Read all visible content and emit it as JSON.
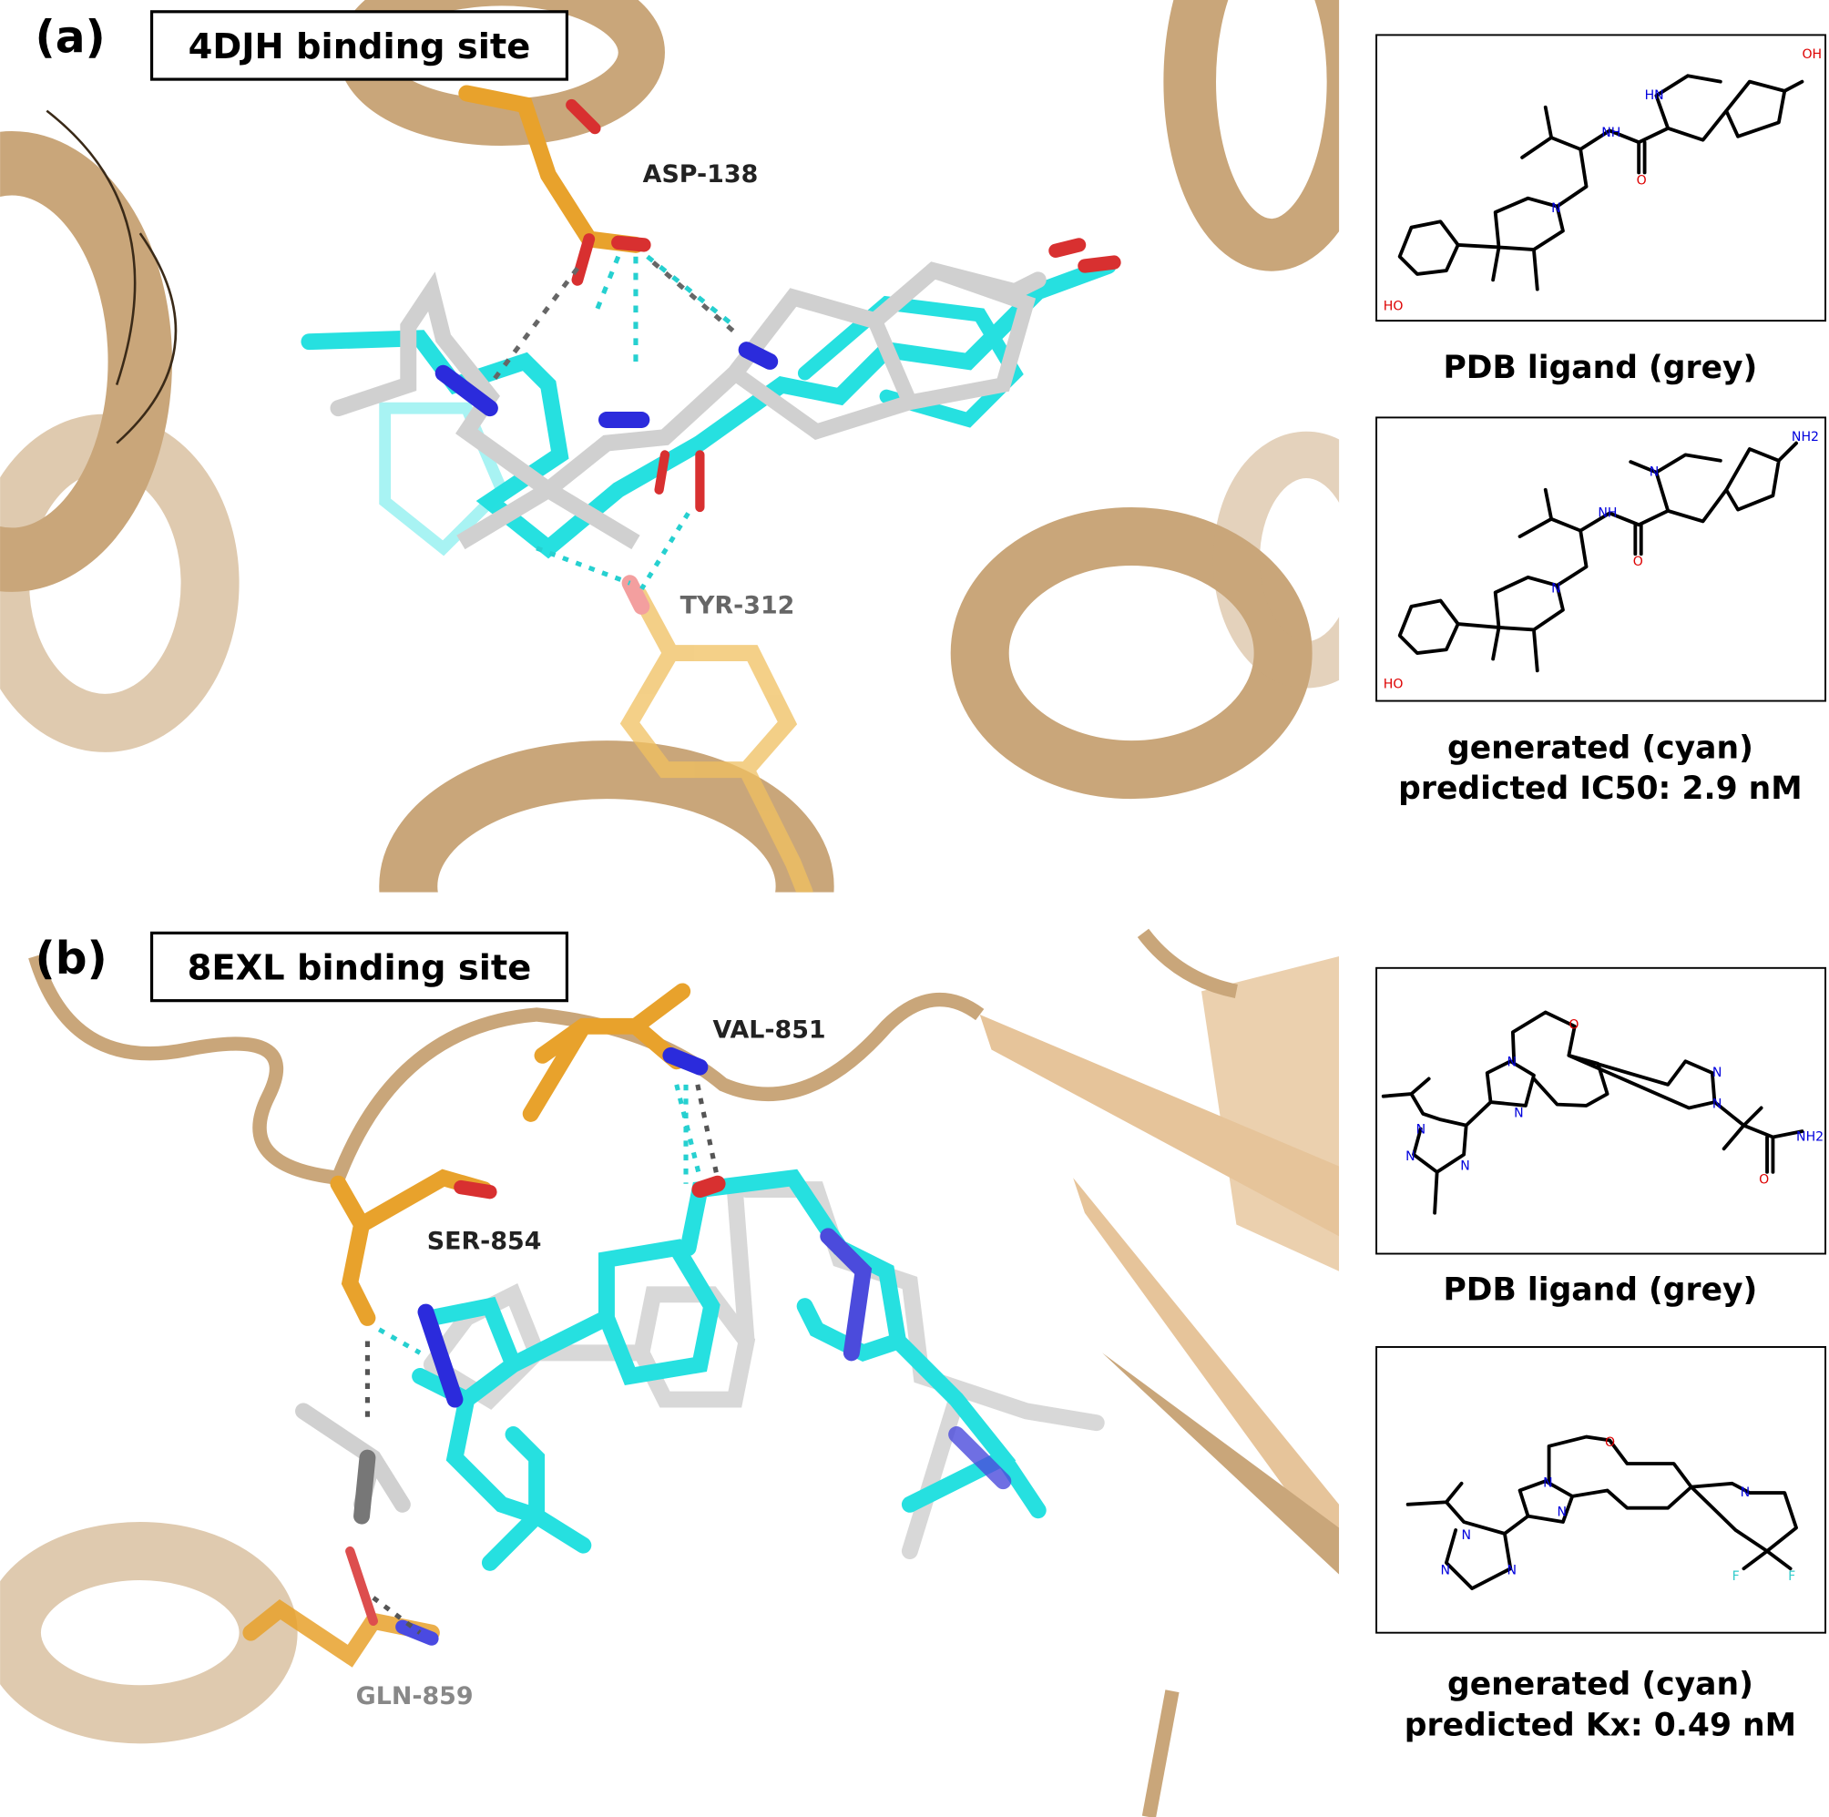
{
  "panel_a": {
    "tag": "(a)",
    "title": "4DJH binding site",
    "residues": [
      "ASP-138",
      "TYR-312"
    ],
    "pdb_caption": "PDB ligand (grey)",
    "gen_caption_1": "generated (cyan)",
    "gen_caption_2": "predicted IC50: 2.9 nM",
    "pdb_atoms": [
      "HO",
      "N",
      "NH",
      "O",
      "HN",
      "OH"
    ],
    "gen_atoms": [
      "HO",
      "N",
      "NH",
      "O",
      "N",
      "NH2"
    ]
  },
  "panel_b": {
    "tag": "(b)",
    "title": "8EXL binding site",
    "residues": [
      "VAL-851",
      "SER-854",
      "GLN-859"
    ],
    "pdb_caption": "PDB ligand (grey)",
    "gen_caption_1": "generated (cyan)",
    "gen_caption_2": "predicted Kx: 0.49 nM",
    "pdb_atoms": [
      "N",
      "N",
      "N",
      "N",
      "N",
      "O",
      "N",
      "N",
      "NH2",
      "O"
    ],
    "gen_atoms": [
      "N",
      "N",
      "N",
      "N",
      "N",
      "O",
      "N",
      "F",
      "F"
    ]
  },
  "colors": {
    "protein": "#c9a67a",
    "residue": "#e8a22c",
    "ligand_pdb": "#d0d0d0",
    "ligand_generated": "#26e0e0",
    "nitrogen": "#2b2bdc",
    "oxygen": "#d83030"
  }
}
